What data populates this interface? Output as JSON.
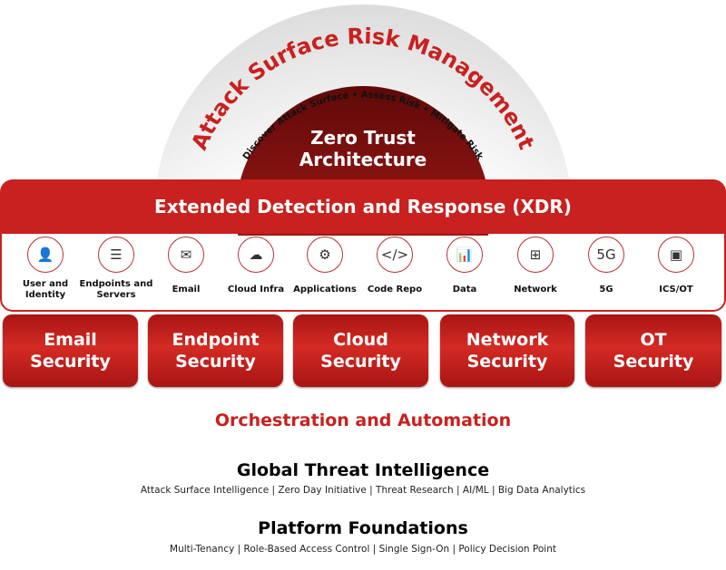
{
  "arc": {
    "title": "Attack Surface Risk Management",
    "subtitle": "Discover Attack Surface  •  Assess Risk  •  Mitigate Risk"
  },
  "dome": {
    "line1": "Zero Trust",
    "line2": "Architecture"
  },
  "xdr": "Extended Detection and Response (XDR)",
  "capabilities": [
    {
      "label": "User and Identity",
      "icon": "user-identity-icon",
      "glyph": "👤"
    },
    {
      "label": "Endpoints and Servers",
      "icon": "server-icon",
      "glyph": "☰"
    },
    {
      "label": "Email",
      "icon": "envelope-icon",
      "glyph": "✉"
    },
    {
      "label": "Cloud Infra",
      "icon": "cloud-icon",
      "glyph": "☁"
    },
    {
      "label": "Applications",
      "icon": "app-gear-icon",
      "glyph": "⚙"
    },
    {
      "label": "Code Repo",
      "icon": "code-icon",
      "glyph": "</>"
    },
    {
      "label": "Data",
      "icon": "chart-monitor-icon",
      "glyph": "📊"
    },
    {
      "label": "Network",
      "icon": "network-icon",
      "glyph": "⊞"
    },
    {
      "label": "5G",
      "icon": "5g-icon",
      "glyph": "5G"
    },
    {
      "label": "ICS/OT",
      "icon": "chip-icon",
      "glyph": "▣"
    }
  ],
  "security": [
    {
      "line1": "Email",
      "line2": "Security"
    },
    {
      "line1": "Endpoint",
      "line2": "Security"
    },
    {
      "line1": "Cloud",
      "line2": "Security"
    },
    {
      "line1": "Network",
      "line2": "Security"
    },
    {
      "line1": "OT",
      "line2": "Security"
    }
  ],
  "orchestration": "Orchestration and Automation",
  "gti": {
    "title": "Global Threat Intelligence",
    "items": "Attack Surface Intelligence  |  Zero Day Initiative  |  Threat Research  |  AI/ML  |  Big Data Analytics"
  },
  "platform": {
    "title": "Platform Foundations",
    "items": "Multi-Tenancy  |  Role-Based Access Control  |  Single Sign-On  |  Policy Decision Point"
  },
  "colors": {
    "red": "#c8211f",
    "dark_red": "#7a0e0c",
    "grey": "#e6e6e6"
  }
}
